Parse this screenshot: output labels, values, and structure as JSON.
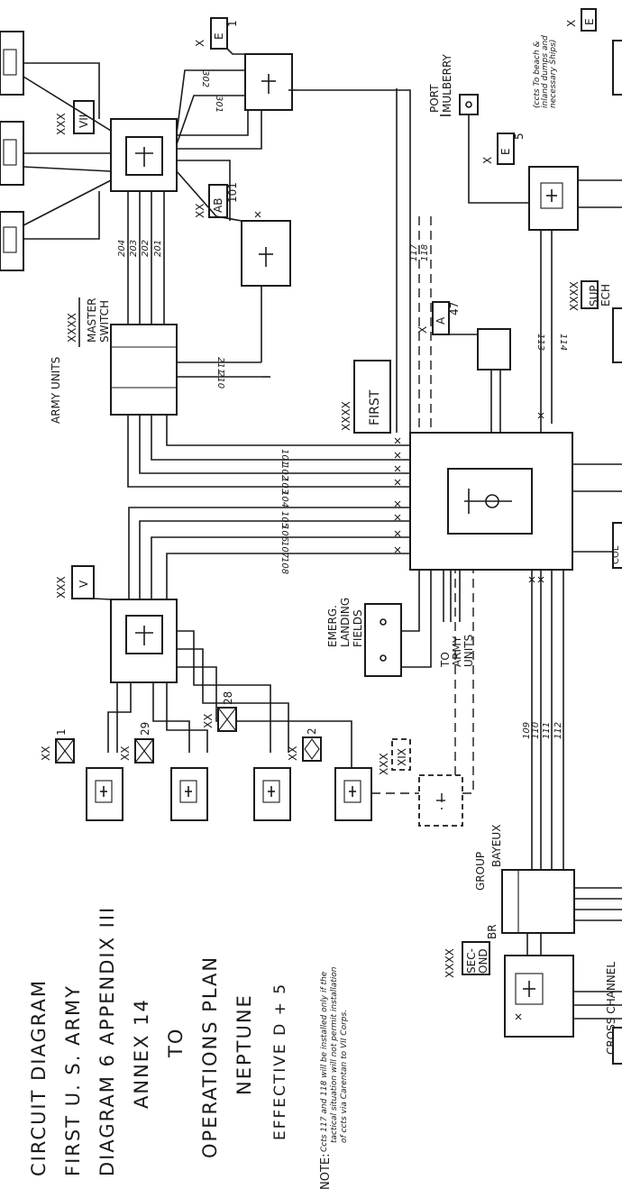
{
  "title_lines": [
    "CIRCUIT DIAGRAM",
    "FIRST U. S. ARMY",
    "DIAGRAM 6 APPENDIX III",
    "ANNEX 14",
    "TO",
    "OPERATIONS PLAN",
    "NEPTUNE",
    "EFFECTIVE D + 5"
  ],
  "note_label": "NOTE:",
  "note_lines": [
    "Ccts 117 and 118 will be installed only if the",
    "tactical situation will not permit installation",
    "of ccts via Carentan to VII Corps."
  ],
  "units": {
    "first_army": {
      "echelon": "XXXX",
      "name": "FIRST"
    },
    "master_switch": {
      "echelon": "XXXX",
      "l1": "MASTER",
      "l2": "SWITCH"
    },
    "army_units": "ARMY UNITS",
    "to_army_units": [
      "TO",
      "ARMY",
      "UNITS"
    ],
    "emerg_landing": [
      "EMERG.",
      "LANDING",
      "FIELDS"
    ],
    "corps_v": {
      "echelon": "XXX",
      "name": "V"
    },
    "corps_vii": {
      "echelon": "XXX",
      "name": "VII"
    },
    "corps_xix": {
      "echelon": "XXX",
      "name": "XIX"
    },
    "div_1": {
      "echelon": "XX",
      "num": "1"
    },
    "div_29": {
      "echelon": "XX",
      "num": "29"
    },
    "div_28": {
      "echelon": "XX",
      "num": "28"
    },
    "div_2": {
      "echelon": "XX",
      "num": "2"
    },
    "ab_101": {
      "echelon": "XX",
      "name": "AB",
      "num": "101"
    },
    "brig_e1": {
      "echelon": "X",
      "name": "E",
      "num": "1"
    },
    "brig_e5": {
      "echelon": "X",
      "name": "E",
      "num": "5"
    },
    "brig_a47": {
      "echelon": "X",
      "name": "A",
      "num": "47"
    },
    "brig_e_top": {
      "echelon": "X",
      "name": "E"
    },
    "sup_ech": {
      "echelon": "XXXX",
      "l1": "SUP",
      "l2": "ECH"
    },
    "second_br": {
      "echelon": "XXXX",
      "l1": "SEC-",
      "l2": "OND",
      "suffix": "BR"
    },
    "group_bayeux": {
      "l1": "GROUP",
      "l2": "BAYEUX"
    },
    "port_mulberry": {
      "l1": "PORT",
      "l2": "MULBERRY"
    },
    "beach_note": [
      "(ccts To beach &",
      "inland dumps and",
      "necessary Ships)"
    ],
    "cross_channel": "CROSS CHANNEL",
    "col_clip": "COL"
  },
  "circuits": {
    "c101": "101",
    "c102": "102",
    "c103": "103",
    "c104": "104",
    "c105": "105",
    "c106": "106",
    "c107": "107",
    "c108": "108",
    "c109": "109",
    "c110": "110",
    "c111": "111",
    "c112": "112",
    "c113": "113",
    "c114": "114",
    "c117": "117",
    "c118": "118",
    "c201": "201",
    "c202": "202",
    "c203": "203",
    "c204": "204",
    "c210": "210",
    "c211": "211",
    "c301": "301",
    "c302": "302"
  }
}
